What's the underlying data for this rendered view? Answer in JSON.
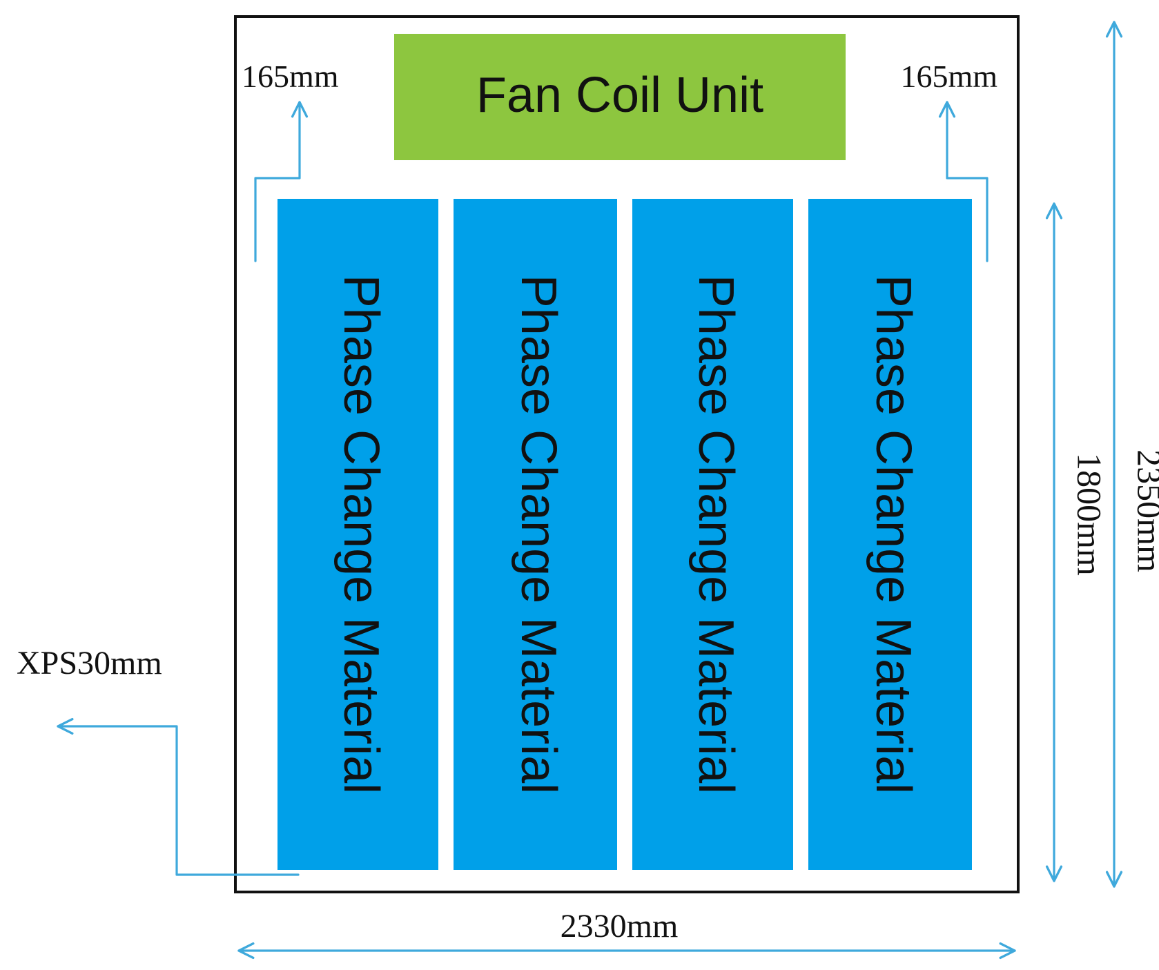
{
  "fan_coil": {
    "label": "Fan Coil Unit",
    "color": "#8dc63f"
  },
  "pcm_panels": [
    {
      "label": "Phase Change Material"
    },
    {
      "label": "Phase Change Material"
    },
    {
      "label": "Phase Change Material"
    },
    {
      "label": "Phase Change Material"
    }
  ],
  "pcm_color": "#00a0e9",
  "dimension_color": "#3fa9dc",
  "dimensions": {
    "gap_left": "165mm",
    "gap_right": "165mm",
    "pcm_height": "1800mm",
    "total_height": "2350mm",
    "total_width": "2330mm",
    "insulation": "XPS30mm"
  }
}
